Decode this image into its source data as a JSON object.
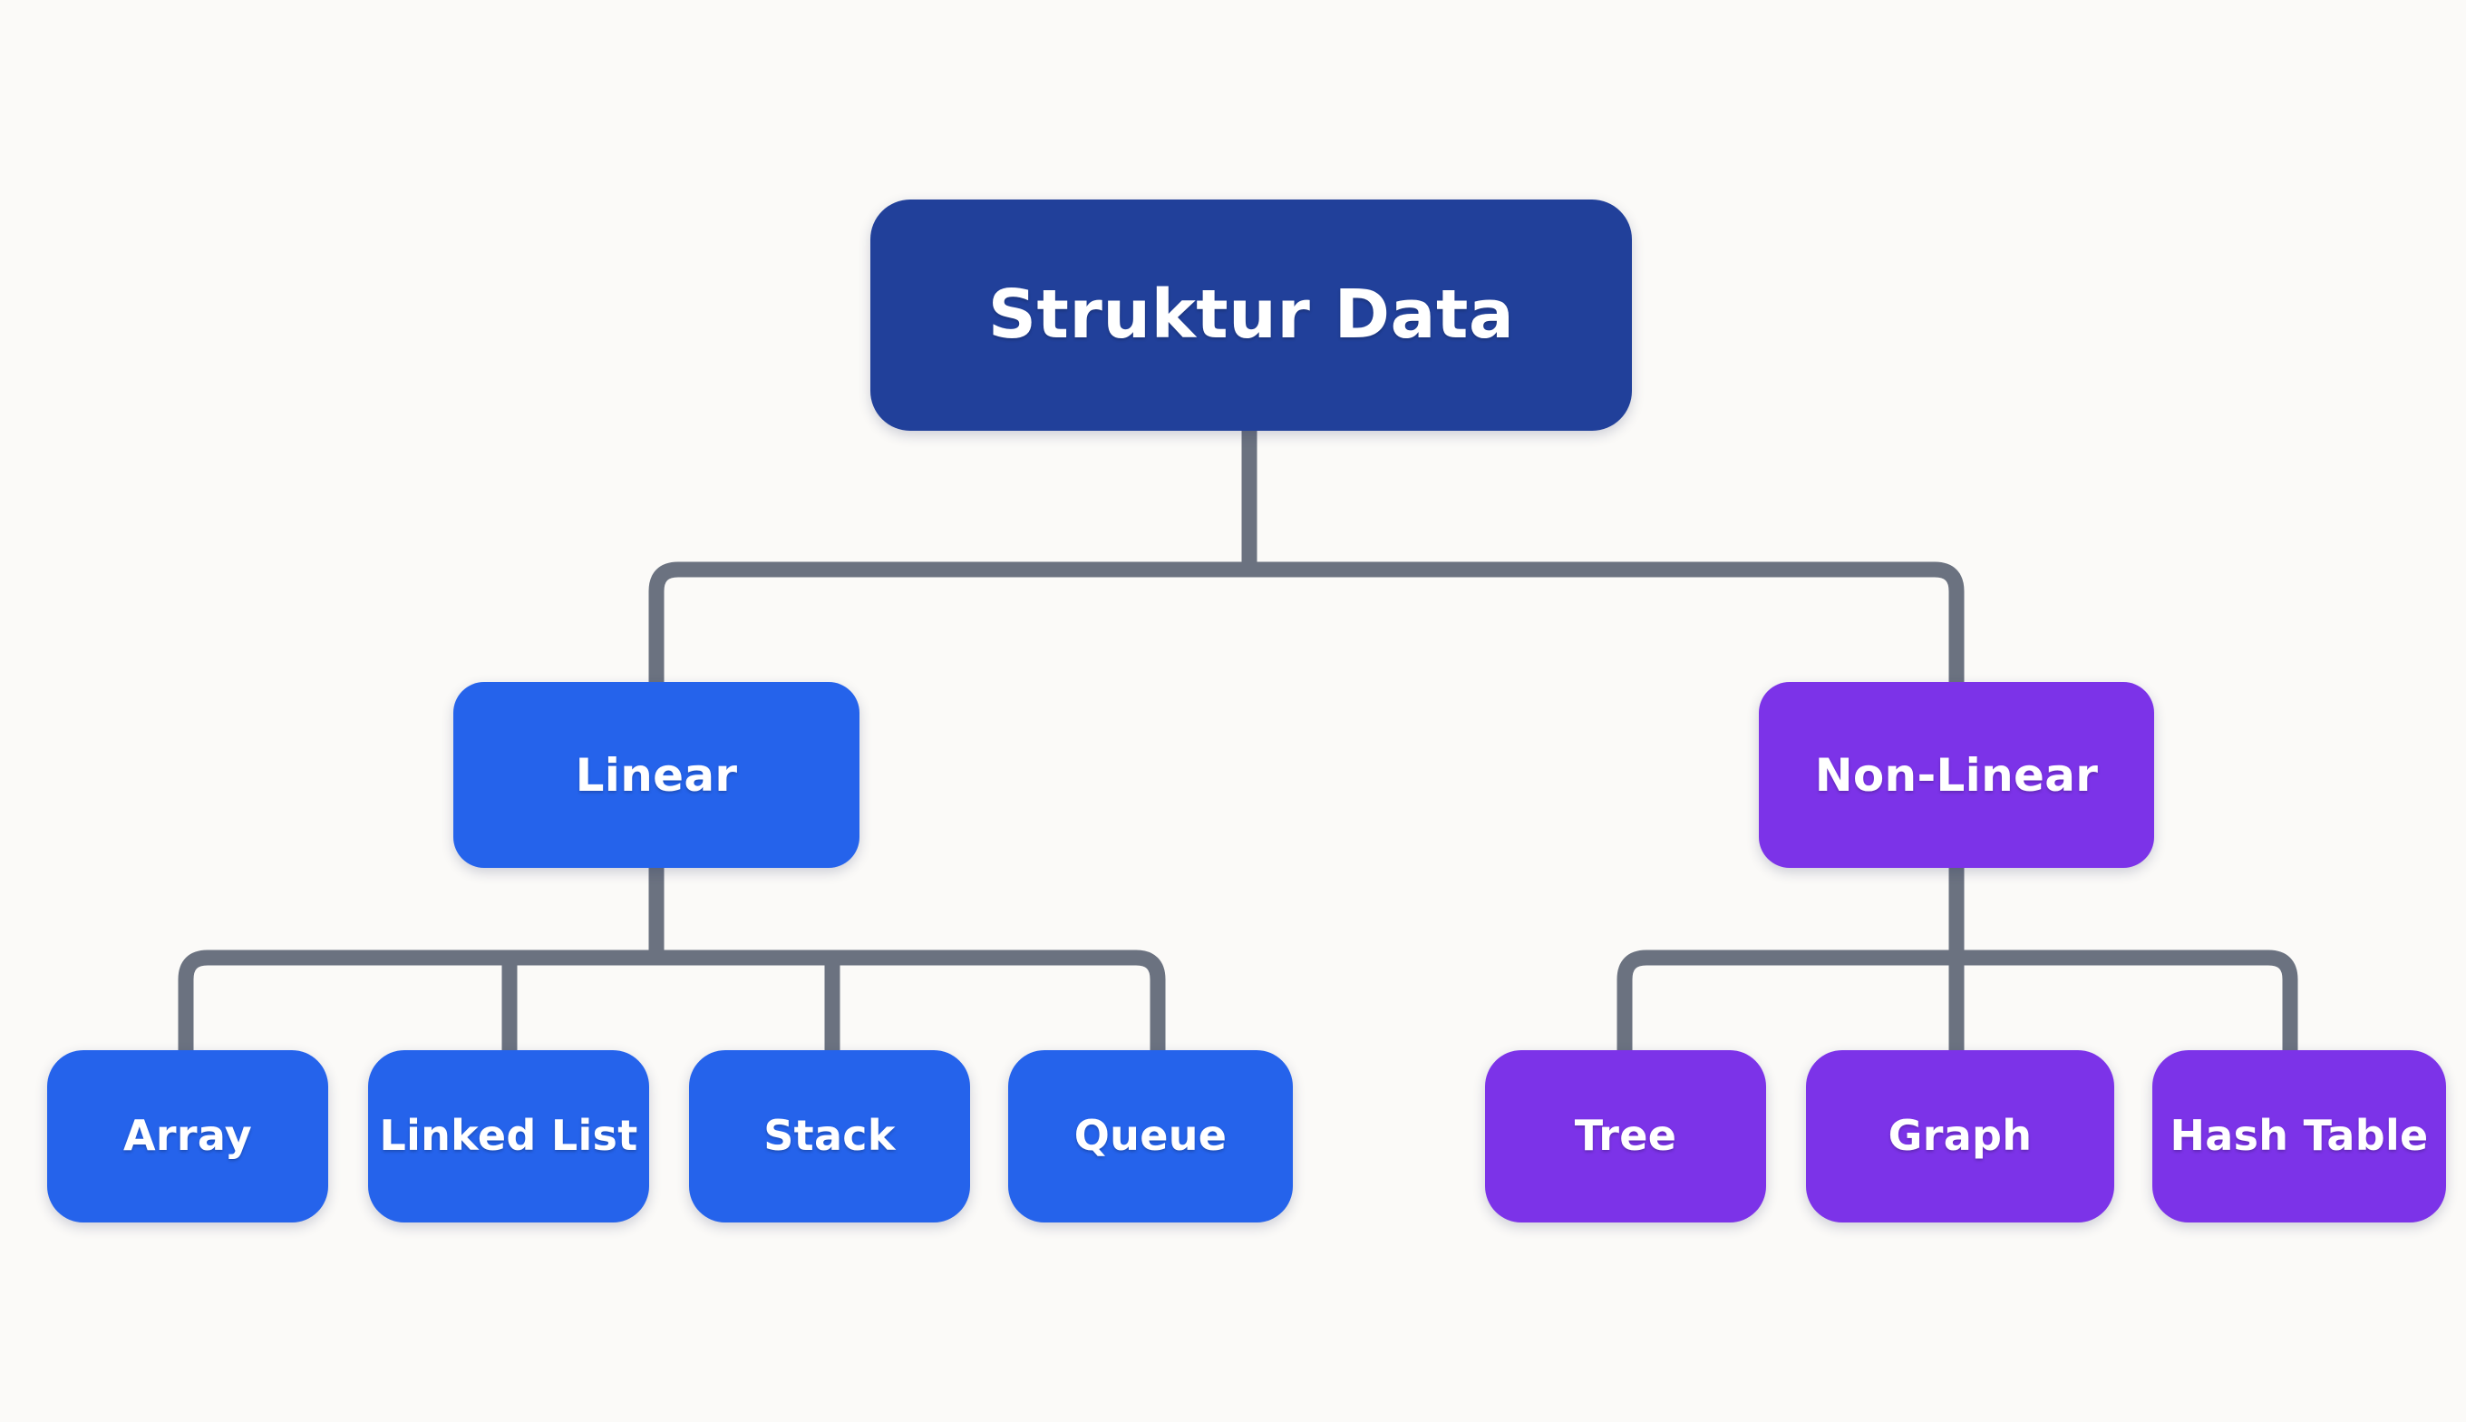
{
  "diagram": {
    "title": "Struktur Data",
    "type": "tree-hierarchy",
    "background_color": "#fbfaf8",
    "connector_color": "#6b7280"
  },
  "colors": {
    "root": "#21409a",
    "linear": "#2563eb",
    "non_linear": "#7c33e8",
    "text": "#ffffff"
  },
  "nodes": {
    "root": {
      "label": "Struktur Data",
      "color": "#21409a"
    },
    "branches": [
      {
        "label": "Linear",
        "color": "#2563eb"
      },
      {
        "label": "Non-Linear",
        "color": "#7c33e8"
      }
    ],
    "linear_children": [
      {
        "label": "Array",
        "color": "#2563eb"
      },
      {
        "label": "Linked List",
        "color": "#2563eb"
      },
      {
        "label": "Stack",
        "color": "#2563eb"
      },
      {
        "label": "Queue",
        "color": "#2563eb"
      }
    ],
    "non_linear_children": [
      {
        "label": "Tree",
        "color": "#7c33e8"
      },
      {
        "label": "Graph",
        "color": "#7c33e8"
      },
      {
        "label": "Hash Table",
        "color": "#7c33e8"
      }
    ]
  }
}
